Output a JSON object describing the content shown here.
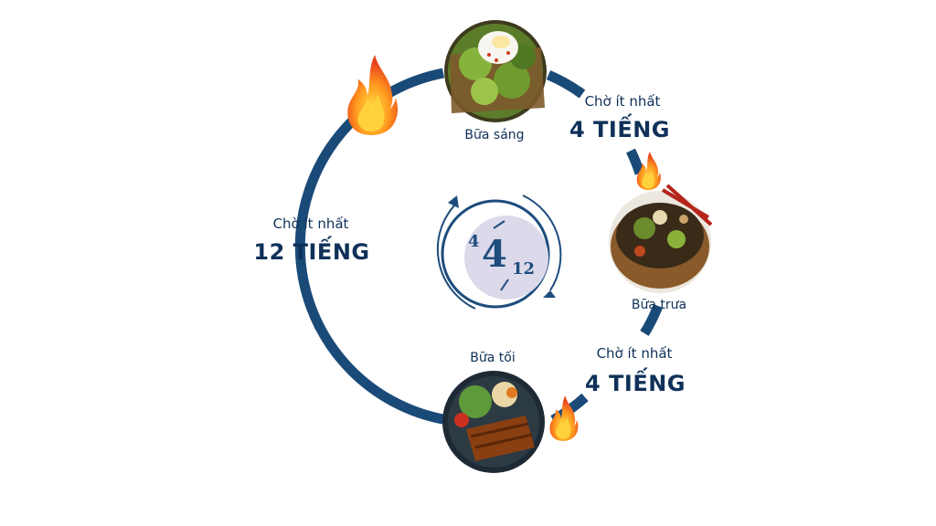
{
  "colors": {
    "ring": "#1a4a78",
    "text": "#0f3159",
    "center_circle": "#dcd9ea",
    "center_stroke": "#1d4c7d"
  },
  "meals": [
    {
      "id": "breakfast",
      "label": "Bữa sáng",
      "icon": "avocado-toast-egg"
    },
    {
      "id": "lunch",
      "label": "Bữa trưa",
      "icon": "noodle-bowl"
    },
    {
      "id": "dinner",
      "label": "Bữa tối",
      "icon": "grilled-meat-salad"
    }
  ],
  "waits": [
    {
      "id": "breakfast-to-lunch",
      "line1": "Chờ ít nhất",
      "line2": "4 TIẾNG"
    },
    {
      "id": "lunch-to-dinner",
      "line1": "Chờ ít nhất",
      "line2": "4 TIẾNG"
    },
    {
      "id": "dinner-to-breakfast",
      "line1": "Chờ ít nhất",
      "line2": "12 TIẾNG"
    }
  ],
  "center_logo": {
    "small_left": "4",
    "big": "4",
    "small_right": "12"
  },
  "decorations": [
    "flame-icon",
    "flame-icon",
    "flame-icon"
  ]
}
